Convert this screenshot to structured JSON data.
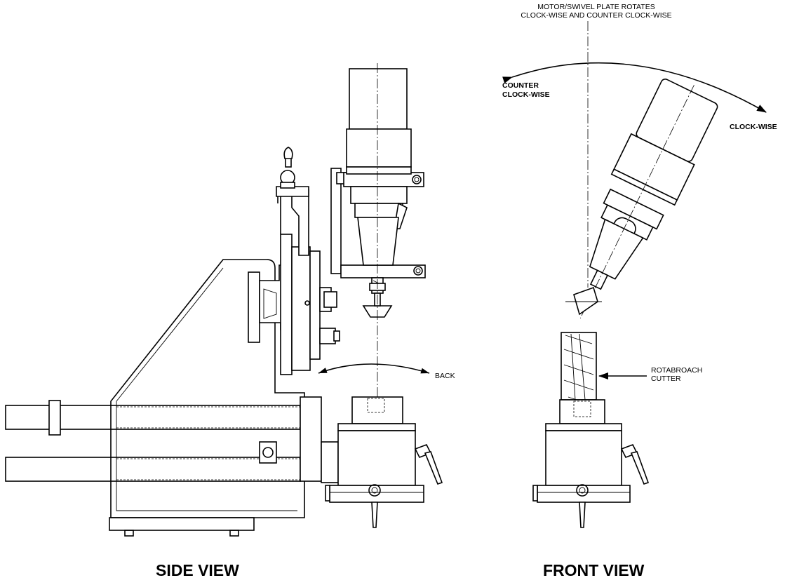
{
  "notes": {
    "rotation_line1": "MOTOR/SWIVEL PLATE ROTATES",
    "rotation_line2": "CLOCK-WISE AND COUNTER CLOCK-WISE",
    "counter_line1": "COUNTER",
    "counter_line2": "CLOCK-WISE",
    "clockwise": "CLOCK-WISE",
    "back": "BACK",
    "cutter_line1": "ROTABROACH",
    "cutter_line2": "CUTTER"
  },
  "titles": {
    "side_view": "SIDE VIEW",
    "front_view": "FRONT VIEW"
  }
}
